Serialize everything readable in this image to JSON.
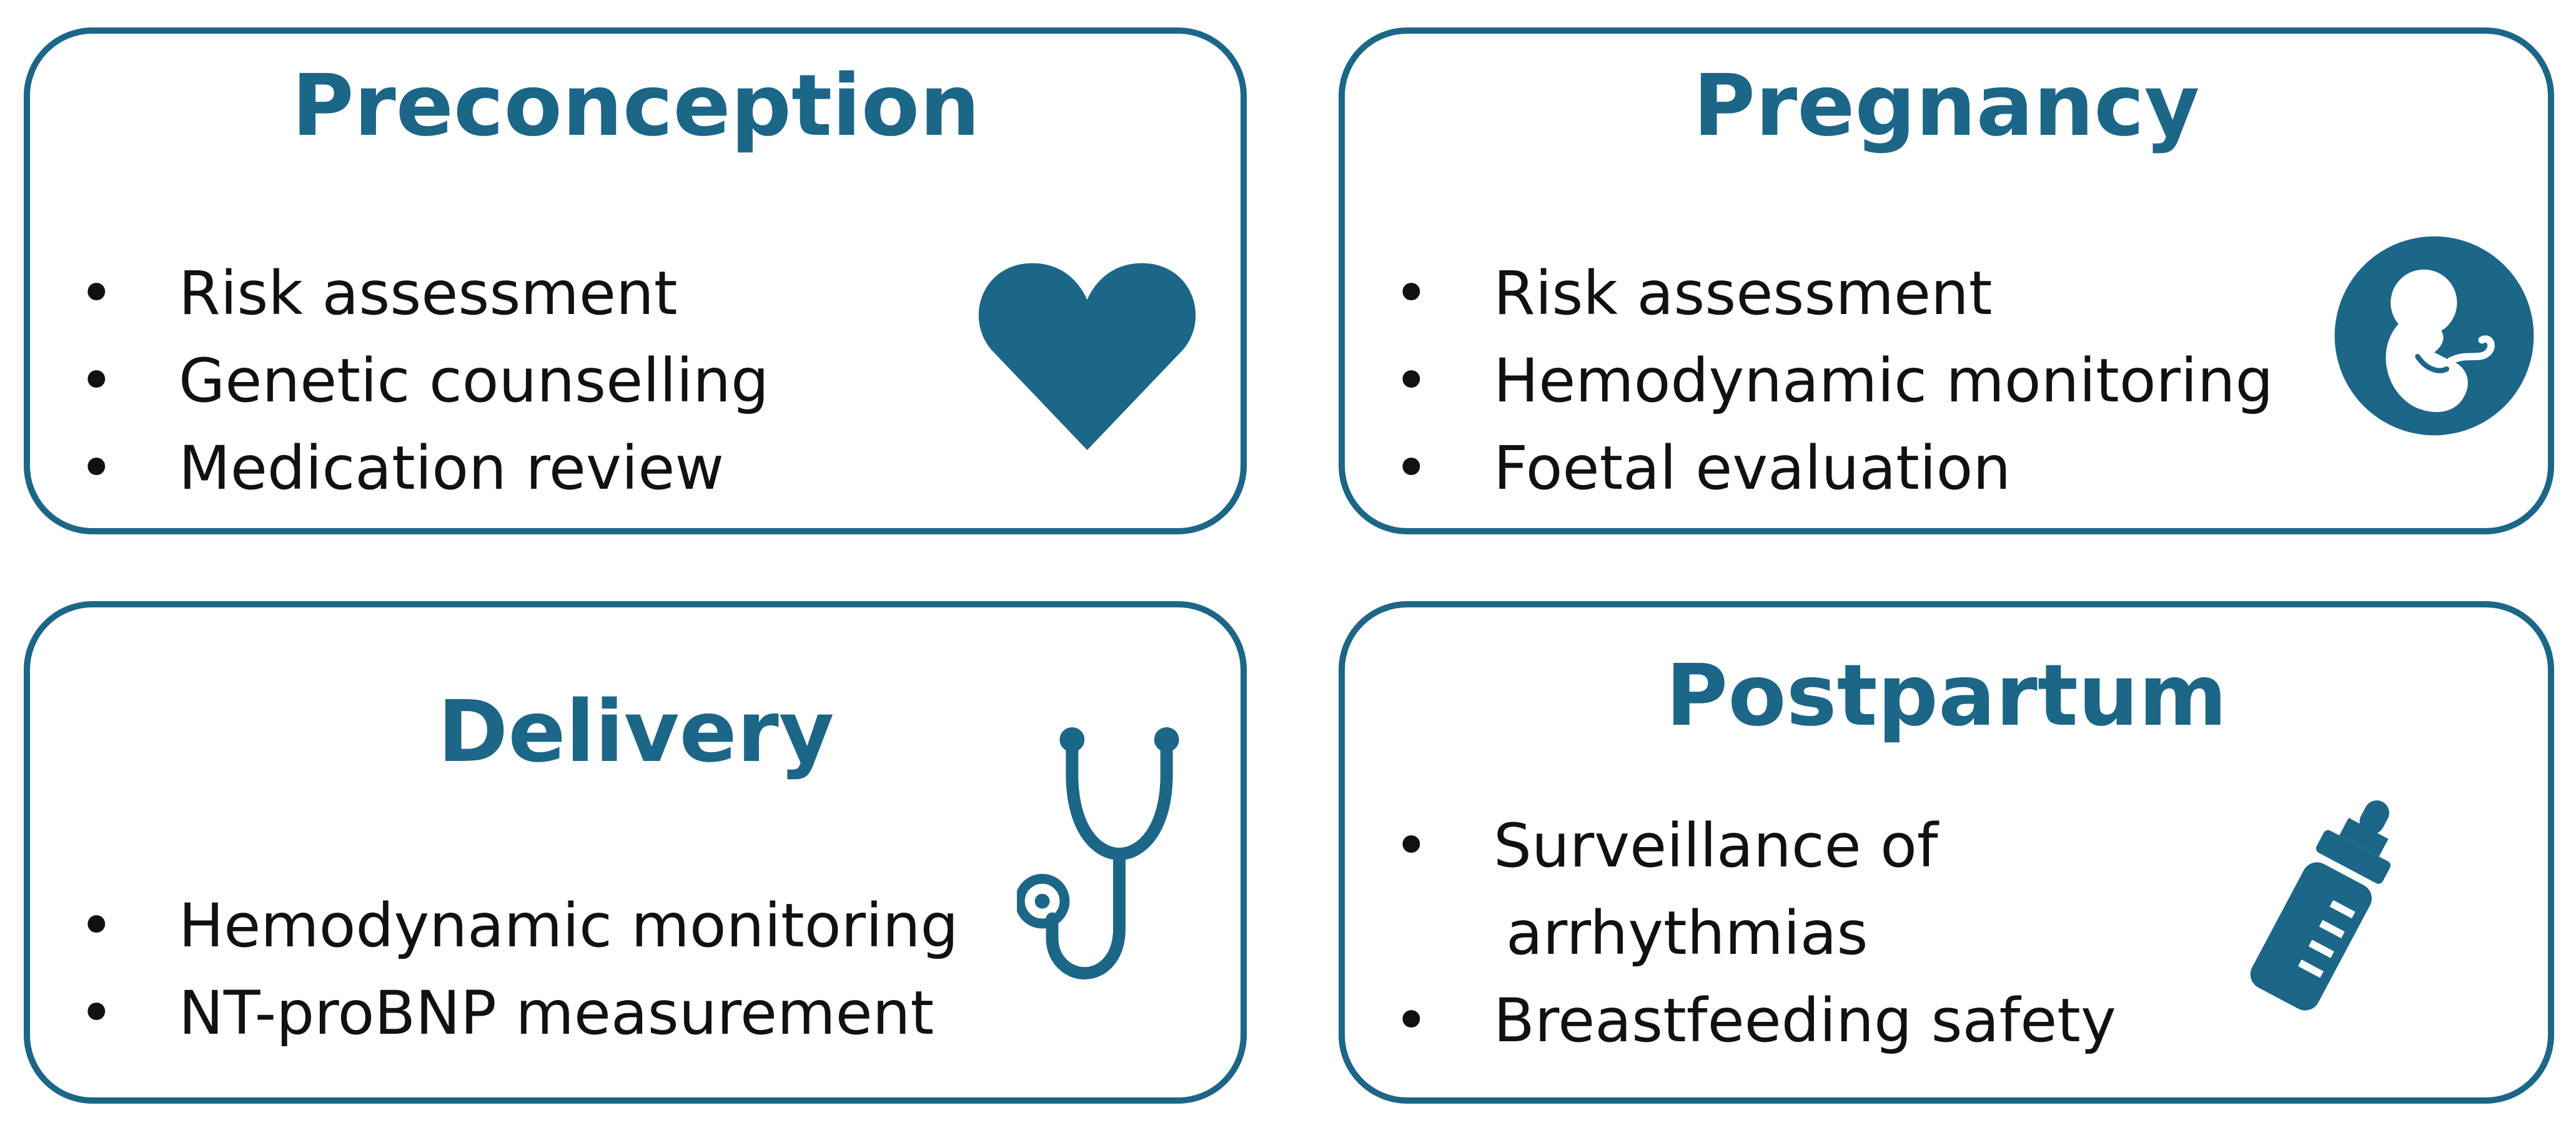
{
  "colors": {
    "accent": "#1c6688",
    "text": "#111111",
    "background": "#ffffff"
  },
  "panels": [
    {
      "title": "Preconception",
      "icon": "heart-icon",
      "items": [
        "Risk assessment",
        "Genetic counselling",
        "Medication review"
      ]
    },
    {
      "title": "Pregnancy",
      "icon": "fetus-icon",
      "items": [
        "Risk assessment",
        "Hemodynamic monitoring",
        "Foetal evaluation"
      ]
    },
    {
      "title": "Delivery",
      "icon": "stethoscope-icon",
      "items": [
        "Hemodynamic monitoring",
        "NT-proBNP measurement"
      ]
    },
    {
      "title": "Postpartum",
      "icon": "baby-bottle-icon",
      "items": [
        "Surveillance of",
        "arrhythmias",
        "Breastfeeding safety"
      ]
    }
  ]
}
